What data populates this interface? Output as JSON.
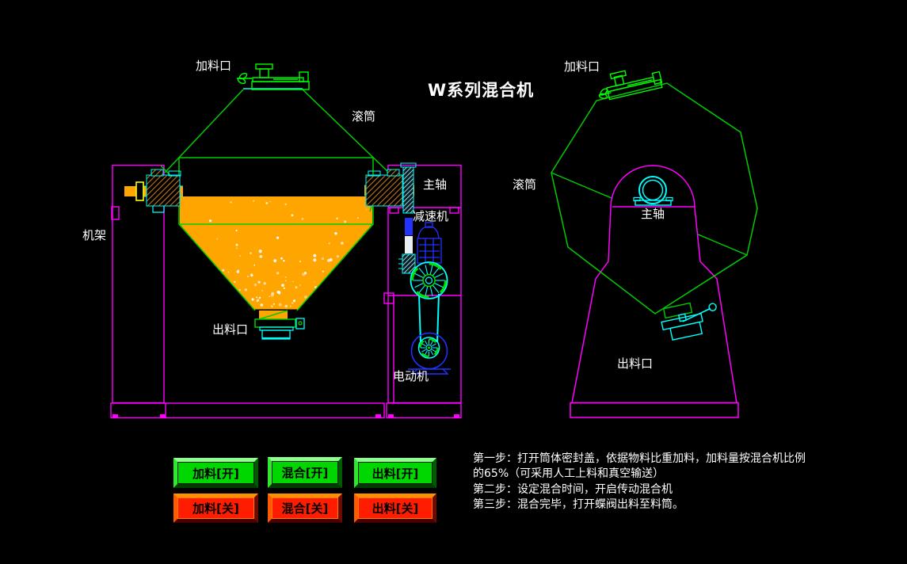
{
  "window": {
    "title": "W系列混合机"
  },
  "palette": {
    "background": "#000000",
    "line_green": "#00cc00",
    "bright_green": "#00ff00",
    "frame_magenta": "#ff00ff",
    "detail_cyan": "#00ffff",
    "material_orange": "#ffa500",
    "machinery_blue": "#2430ff",
    "highlight_yellow": "#ffff00",
    "label_white": "#ffffff",
    "button_on_green": "#00d600",
    "button_off_red": "#ff1c00"
  },
  "diagram_front": {
    "labels": {
      "feed_port": "加料口",
      "drum": "滚筒",
      "frame": "机架",
      "main_shaft": "主轴",
      "reducer": "减速机",
      "discharge_port": "出料口",
      "motor": "电动机"
    }
  },
  "diagram_side": {
    "labels": {
      "feed_port": "加料口",
      "drum": "滚筒",
      "main_shaft": "主轴",
      "discharge_port": "出料口"
    }
  },
  "controls": {
    "buttons": [
      {
        "id": "feed-on",
        "label": "加料[开]",
        "state": "on"
      },
      {
        "id": "mix-on",
        "label": "混合[开]",
        "state": "on"
      },
      {
        "id": "discharge-on",
        "label": "出料[开]",
        "state": "on"
      },
      {
        "id": "feed-off",
        "label": "加料[关]",
        "state": "off"
      },
      {
        "id": "mix-off",
        "label": "混合[关]",
        "state": "off"
      },
      {
        "id": "discharge-off",
        "label": "出料[关]",
        "state": "off"
      }
    ]
  },
  "instructions": {
    "lines": [
      "第一步：打开筒体密封盖，依据物料比重加料，加料量按混合机比例",
      "的65%（可采用人工上料和真空输送）",
      "第二步：设定混合时间，开启传动混合机",
      "第三步：混合完毕，打开蝶阀出料至料筒。"
    ]
  }
}
